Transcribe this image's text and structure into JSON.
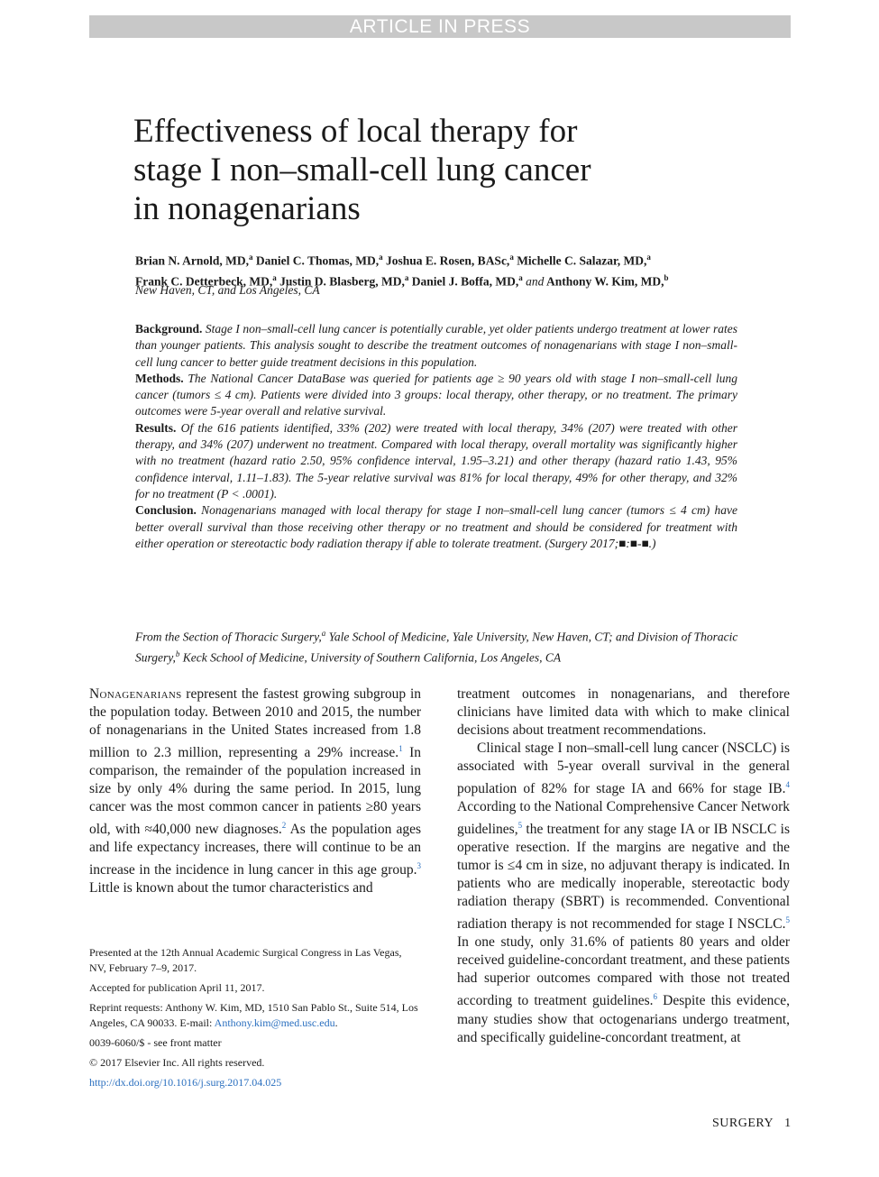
{
  "banner": "ARTICLE IN PRESS",
  "title_lines": [
    "Effectiveness of local therapy for",
    "stage I non–small-cell lung cancer",
    "in nonagenarians"
  ],
  "authors": [
    {
      "name": "Brian N. Arnold, MD,",
      "sup": "a"
    },
    {
      "name": "Daniel C. Thomas, MD,",
      "sup": "a"
    },
    {
      "name": "Joshua E. Rosen, BASc,",
      "sup": "a"
    },
    {
      "name": "Michelle C. Salazar, MD,",
      "sup": "a"
    },
    {
      "name": "Frank C. Detterbeck, MD,",
      "sup": "a"
    },
    {
      "name": "Justin D. Blasberg, MD,",
      "sup": "a"
    },
    {
      "name": "Daniel J. Boffa, MD,",
      "sup": "a"
    },
    {
      "name": "Anthony W. Kim, MD,",
      "sup": "b"
    }
  ],
  "authors_and": "and",
  "location": "New Haven, CT, and Los Angeles, CA",
  "abstract": [
    {
      "head": "Background.",
      "text": " Stage I non–small-cell lung cancer is potentially curable, yet older patients undergo treatment at lower rates than younger patients. This analysis sought to describe the treatment outcomes of nonagenarians with stage I non–small-cell lung cancer to better guide treatment decisions in this population."
    },
    {
      "head": "Methods.",
      "text": " The National Cancer DataBase was queried for patients age ≥ 90 years old with stage I non–small-cell lung cancer (tumors ≤ 4 cm). Patients were divided into 3 groups: local therapy, other therapy, or no treatment. The primary outcomes were 5-year overall and relative survival."
    },
    {
      "head": "Results.",
      "text": " Of the 616 patients identified, 33% (202) were treated with local therapy, 34% (207) were treated with other therapy, and 34% (207) underwent no treatment. Compared with local therapy, overall mortality was significantly higher with no treatment (hazard ratio 2.50, 95% confidence interval, 1.95–3.21) and other therapy (hazard ratio 1.43, 95% confidence interval, 1.11–1.83). The 5-year relative survival was 81% for local therapy, 49% for other therapy, and 32% for no treatment (P < .0001)."
    },
    {
      "head": "Conclusion.",
      "text": " Nonagenarians managed with local therapy for stage I non–small-cell lung cancer (tumors ≤ 4 cm) have better overall survival than those receiving other therapy or no treatment and should be considered for treatment with either operation or stereotactic body radiation therapy if able to tolerate treatment. (Surgery 2017;■:■-■.)"
    }
  ],
  "affiliation": {
    "part1": "From the Section of Thoracic Surgery,",
    "sup_a": "a",
    "part2": " Yale School of Medicine, Yale University, New Haven, CT; and Division of Thoracic Surgery,",
    "sup_b": "b",
    "part3": " Keck School of Medicine, University of Southern California, Los Angeles, CA"
  },
  "left_col": {
    "lead": "Nonagenarians",
    "t1": " represent the fastest growing subgroup in the population today. Between 2010 and 2015, the number of nonagenarians in the United States increased from 1.8 million to 2.3 million, representing a 29% increase.",
    "r1": "1",
    "t2": " In comparison, the remainder of the population increased in size by only 4% during the same period. In 2015, lung cancer was the most common cancer in patients ≥80 years old, with ≈40,000 new diagnoses.",
    "r2": "2",
    "t3": " As the population ages and life expectancy increases, there will continue to be an increase in the incidence in lung cancer in this age group.",
    "r3": "3",
    "t4": " Little is known about the tumor characteristics and"
  },
  "footnotes": {
    "presented": "Presented at the 12th Annual Academic Surgical Congress in Las Vegas, NV, February 7–9, 2017.",
    "accepted": "Accepted for publication April 11, 2017.",
    "reprint": "Reprint requests: Anthony W. Kim, MD, 1510 San Pablo St., Suite 514, Los Angeles, CA 90033. E-mail: ",
    "email": "Anthony.kim@med.usc.edu",
    "email_end": ".",
    "issn": "0039-6060/$ - see front matter",
    "copyright": "© 2017 Elsevier Inc. All rights reserved.",
    "doi": "http://dx.doi.org/10.1016/j.surg.2017.04.025"
  },
  "right_col": {
    "p1": "treatment outcomes in nonagenarians, and therefore clinicians have limited data with which to make clinical decisions about treatment recommendations.",
    "p2_t1": "Clinical stage I non–small-cell lung cancer (NSCLC) is associated with 5-year overall survival in the general population of 82% for stage IA and 66% for stage IB.",
    "r4": "4",
    "p2_t2": " According to the National Comprehensive Cancer Network guidelines,",
    "r5": "5",
    "p2_t3": " the treatment for any stage IA or IB NSCLC is operative resection. If the margins are negative and the tumor is ≤4 cm in size, no adjuvant therapy is indicated. In patients who are medically inoperable, stereotactic body radiation therapy (SBRT) is recommended. Conventional radiation therapy is not recommended for stage I NSCLC.",
    "r5b": "5",
    "p2_t4": " In one study, only 31.6% of patients 80 years and older received guideline-concordant treatment, and these patients had superior outcomes compared with those not treated according to treatment guidelines.",
    "r6": "6",
    "p2_t5": " Despite this evidence, many studies show that octogenarians undergo treatment, and specifically guideline-concordant treatment, at"
  },
  "footer": {
    "journal": "SURGERY",
    "page": "1"
  }
}
